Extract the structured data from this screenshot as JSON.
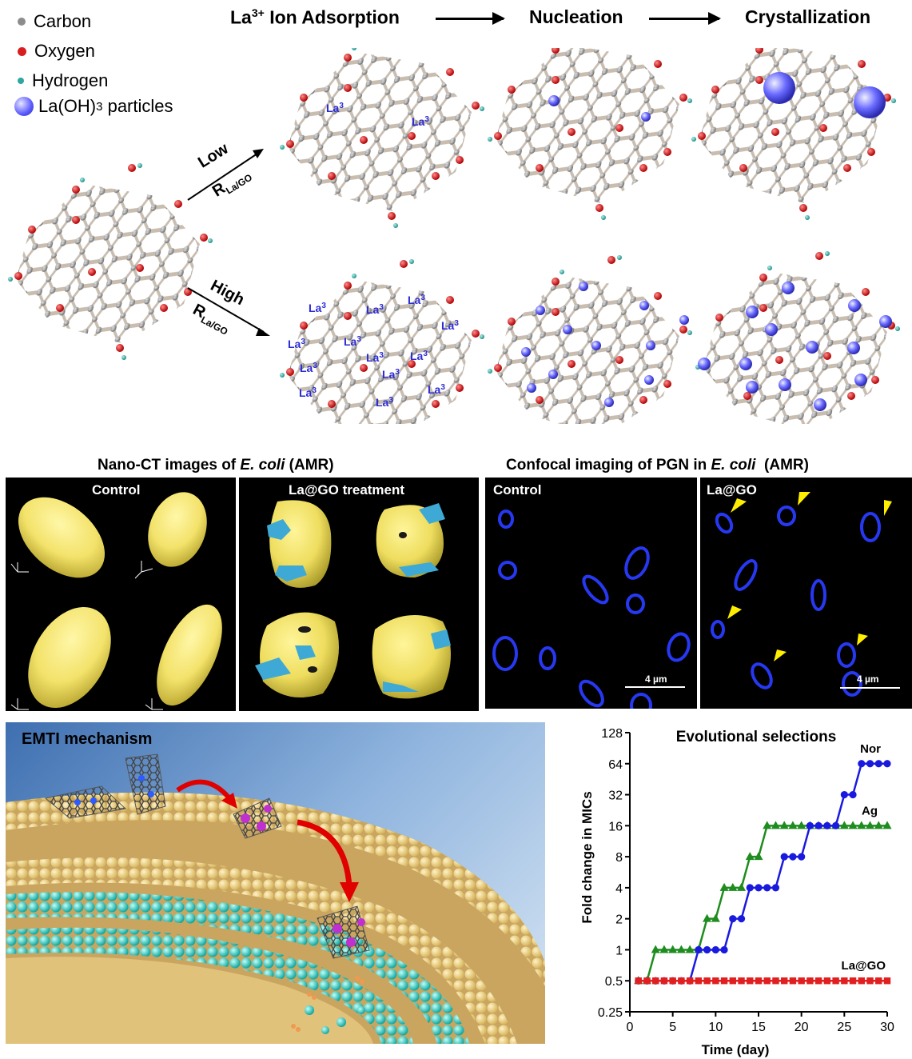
{
  "legend": {
    "items": [
      {
        "label": "Carbon",
        "color": "#8c8c8c"
      },
      {
        "label": "Oxygen",
        "color": "#d81e1e"
      },
      {
        "label": "Hydrogen",
        "color": "#2fa7a0"
      },
      {
        "label": "La(OH)",
        "sub": "3",
        "suffix": " particles",
        "color": "#6b6bff"
      }
    ]
  },
  "process": {
    "step1_main": "La",
    "step1_sup": "3+",
    "step1_rest": " Ion Adsorption",
    "step2": "Nucleation",
    "step3": "Crystallization",
    "low_label": "Low",
    "high_label": "High",
    "ratio_main": "R",
    "ratio_sub": "La/GO",
    "ion_label": "La",
    "ion_sup": "3",
    "ion_plus": "+"
  },
  "nanoct": {
    "title_prefix": "Nano-CT images of ",
    "title_species": "E. coli",
    "title_suffix": " (AMR)",
    "control_label": "Control",
    "treatment_label": "La@GO treatment"
  },
  "confocal": {
    "title_prefix": "Confocal imaging of PGN in ",
    "title_species": "E. coli",
    "title_suffix": "  (AMR)",
    "control_label": "Control",
    "treatment_label": "La@GO",
    "scale_bar": "4 µm"
  },
  "emti": {
    "title": "EMTI mechanism"
  },
  "colors": {
    "nor": "#1a1adf",
    "ag": "#1e8c1e",
    "lago": "#e02020",
    "membrane_yellow": "#f3d78a",
    "membrane_cyan": "#27d3c8"
  },
  "chart_data": {
    "type": "line",
    "title": "Evolutional selections",
    "xlabel": "Time (day)",
    "ylabel": "Fold change in MICs",
    "x_ticks": [
      "0",
      "5",
      "10",
      "15",
      "20",
      "25",
      "30"
    ],
    "y_ticks": [
      "0.25",
      "0.5",
      "1",
      "2",
      "4",
      "8",
      "16",
      "32",
      "64",
      "128"
    ],
    "xlim": [
      0,
      30
    ],
    "ylim": [
      0.25,
      128
    ],
    "y_scale": "log2",
    "x": [
      1,
      2,
      3,
      4,
      5,
      6,
      7,
      8,
      9,
      10,
      11,
      12,
      13,
      14,
      15,
      16,
      17,
      18,
      19,
      20,
      21,
      22,
      23,
      24,
      25,
      26,
      27,
      28,
      29,
      30
    ],
    "series": [
      {
        "name": "Nor",
        "marker": "circle",
        "values": [
          0.5,
          0.5,
          0.5,
          0.5,
          0.5,
          0.5,
          0.5,
          1,
          1,
          1,
          1,
          2,
          2,
          4,
          4,
          4,
          4,
          8,
          8,
          8,
          16,
          16,
          16,
          16,
          32,
          32,
          64,
          64,
          64,
          64
        ]
      },
      {
        "name": "Ag",
        "marker": "triangle",
        "values": [
          0.5,
          0.5,
          1,
          1,
          1,
          1,
          1,
          1,
          2,
          2,
          4,
          4,
          4,
          8,
          8,
          16,
          16,
          16,
          16,
          16,
          16,
          16,
          16,
          16,
          16,
          16,
          16,
          16,
          16,
          16
        ]
      },
      {
        "name": "La@GO",
        "marker": "square",
        "values": [
          0.5,
          0.5,
          0.5,
          0.5,
          0.5,
          0.5,
          0.5,
          0.5,
          0.5,
          0.5,
          0.5,
          0.5,
          0.5,
          0.5,
          0.5,
          0.5,
          0.5,
          0.5,
          0.5,
          0.5,
          0.5,
          0.5,
          0.5,
          0.5,
          0.5,
          0.5,
          0.5,
          0.5,
          0.5,
          0.5
        ]
      }
    ]
  }
}
